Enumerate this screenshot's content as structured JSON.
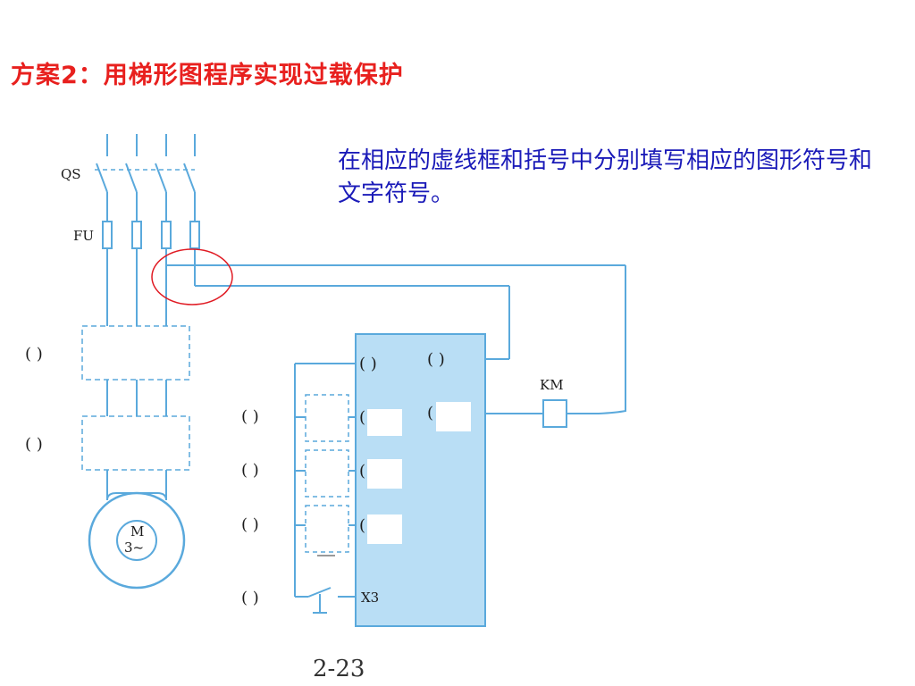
{
  "title": "方案2：用梯形图程序实现过载保护",
  "instruction": "在相应的虚线框和括号中分别填写相应的图形符号和文字符号。",
  "labels": {
    "qs": "QS",
    "fu": "FU",
    "km": "KM",
    "x3": "X3",
    "motor_m": "M",
    "motor_phase": "3~",
    "figure_number": "2-23"
  },
  "blank_paren": "(    )",
  "colors": {
    "title": "#e8201e",
    "instruction": "#1a1ab8",
    "wire": "#5aa9dc",
    "plc_fill": "#b9def5",
    "highlight_circle": "#e01b24"
  }
}
